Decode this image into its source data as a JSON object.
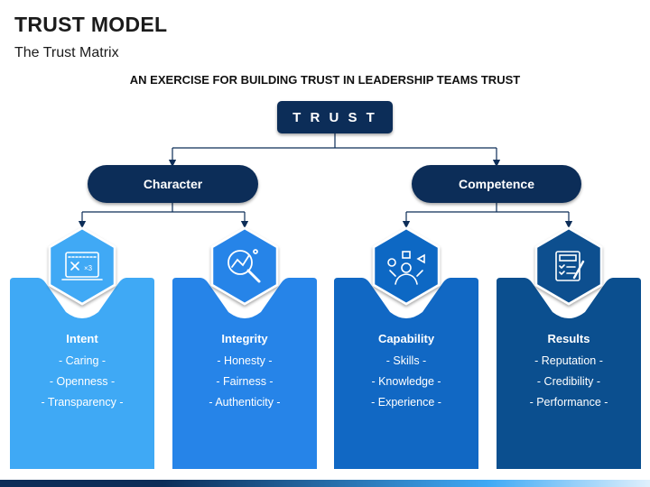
{
  "title": "TRUST MODEL",
  "subtitle": "The Trust Matrix",
  "heading": "AN EXERCISE FOR BUILDING TRUST IN LEADERSHIP TEAMS TRUST",
  "root": {
    "label": "T R U S T"
  },
  "branches": [
    {
      "label": "Character"
    },
    {
      "label": "Competence"
    }
  ],
  "cards": [
    {
      "heading": "Intent",
      "items": [
        "- Caring -",
        "- Openness -",
        "- Transparency -"
      ],
      "icon": "whiteboard-icon",
      "color": "#3fa9f5"
    },
    {
      "heading": "Integrity",
      "items": [
        "- Honesty -",
        "- Fairness -",
        "- Authenticity -"
      ],
      "icon": "magnifier-chart-icon",
      "color": "#2684e8"
    },
    {
      "heading": "Capability",
      "items": [
        "- Skills -",
        "- Knowledge -",
        "- Experience -"
      ],
      "icon": "skills-person-icon",
      "color": "#1168c4"
    },
    {
      "heading": "Results",
      "items": [
        "- Reputation -",
        "- Credibility -",
        "- Performance -"
      ],
      "icon": "checklist-icon",
      "color": "#0b4f8f"
    }
  ],
  "colors": {
    "dark_navy": "#0c2d58",
    "connector": "#0c2d58",
    "hexagon_stroke": "#ffffff",
    "footer_dark": "#0c2d58",
    "footer_light": "#3fa9f5"
  }
}
